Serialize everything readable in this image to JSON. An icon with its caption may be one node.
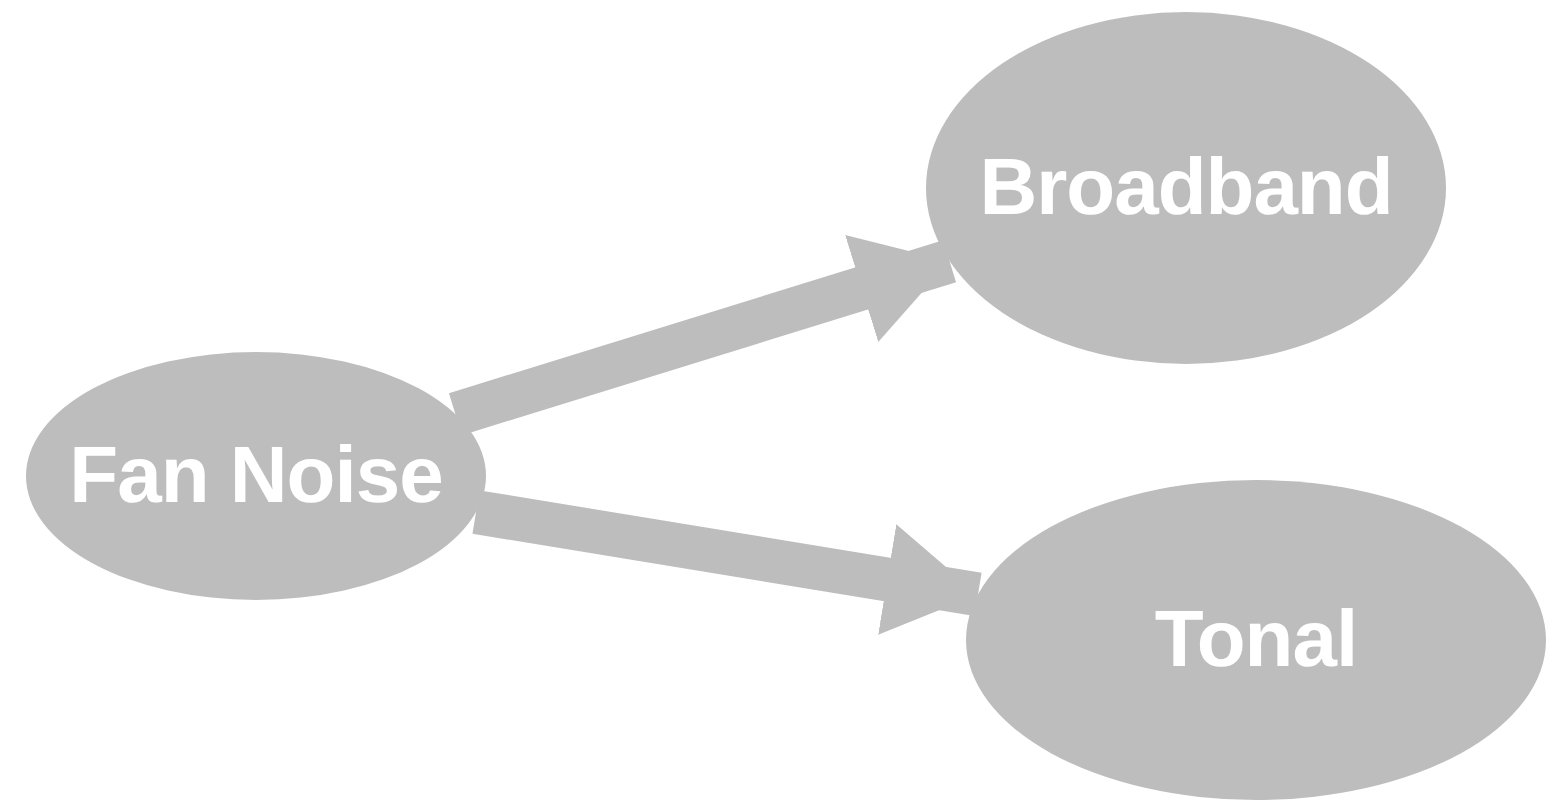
{
  "diagram": {
    "nodes": [
      {
        "text": [
          "Fan Noise"
        ]
      },
      {
        "text": [
          "Broadband"
        ]
      },
      {
        "text": [
          "Tonal"
        ]
      }
    ],
    "edges": [
      {
        "from": 0,
        "to": 1,
        "arrow": "to"
      },
      {
        "from": 0,
        "to": 2,
        "arrow": "to"
      }
    ]
  }
}
